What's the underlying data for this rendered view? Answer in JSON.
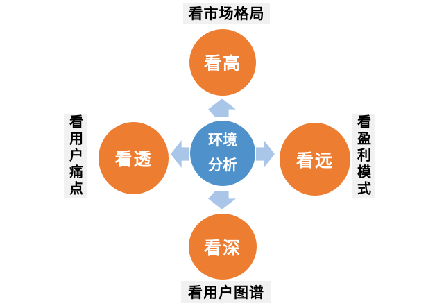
{
  "theme": {
    "background": "#FFFFFF",
    "node_orange": "#ED7D31",
    "center_blue": "#4E91CB",
    "arrow_blue": "#A9C6E9",
    "annotation_bg": "#F1F1F1",
    "annotation_text": "#000000",
    "node_text": "#FFFFFF"
  },
  "diagram": {
    "type": "hub-and-spoke",
    "center": {
      "label": "环境分析",
      "line1": "环境",
      "line2": "分析"
    },
    "top": {
      "node_label": "看高",
      "annotation": "看市场格局"
    },
    "right": {
      "node_label": "看远",
      "annotation": "看盈利模式"
    },
    "bottom": {
      "node_label": "看深",
      "annotation": "看用户图谱"
    },
    "left": {
      "node_label": "看透",
      "annotation": "看用户痛点"
    },
    "icons": {
      "up": "block-arrow-up-icon",
      "down": "block-arrow-down-icon",
      "left": "block-arrow-left-icon",
      "right": "block-arrow-right-icon"
    }
  }
}
